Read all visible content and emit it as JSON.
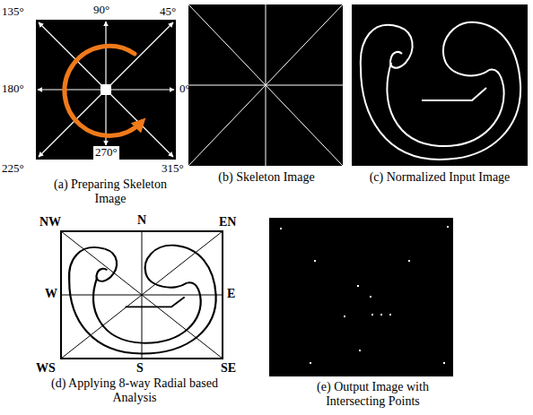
{
  "diagram": {
    "labels": [
      "135°",
      "90°",
      "45°",
      "180°",
      "0°",
      "225°",
      "270°",
      "315°",
      "(a) Preparing Skeleton Image",
      "(b) Skeleton Image",
      "(c) Normalized Input Image",
      "NW",
      "N",
      "EN",
      "W",
      "E",
      "WS",
      "S",
      "SE",
      "(d) Applying 8-way Radial based Analysis",
      "(e) Output Image with Intersecting Points"
    ]
  }
}
